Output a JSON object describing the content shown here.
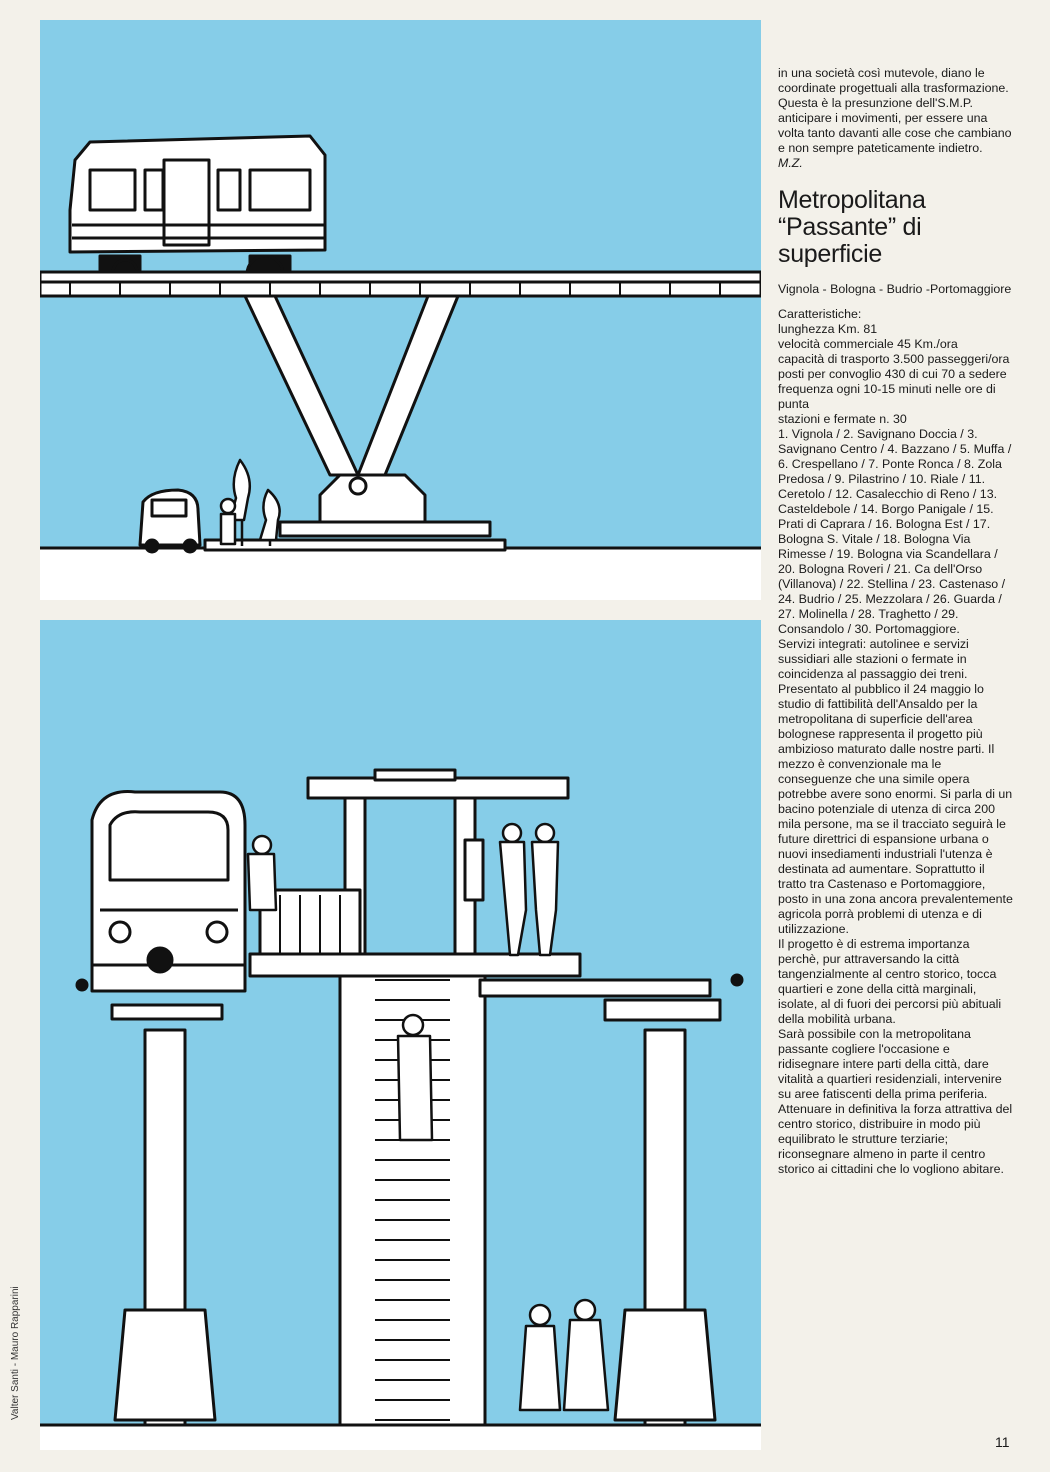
{
  "credit": "Valter Santi - Mauro Rapparini",
  "intro_text": "in una società così mutevole, diano le coordinate progettuali alla trasformazione. Questa è la presunzione dell'S.M.P. anticipare i movimenti, per essere una volta tanto davanti alle cose che cambiano e non sempre pateticamente indietro.",
  "signature": "M.Z.",
  "heading": "Metropolitana “Passante” di superficie",
  "route": "Vignola - Bologna - Budrio -Portomaggiore",
  "features_label": "Caratteristiche:",
  "features": [
    "lunghezza Km. 81",
    "velocità commerciale 45 Km./ora",
    "capacità di trasporto 3.500 passeggeri/ora",
    "posti per convoglio 430 di cui 70 a sedere",
    "frequenza ogni 10-15 minuti nelle ore di punta",
    "stazioni e fermate n. 30"
  ],
  "stations_text": "1. Vignola / 2. Savignano Doccia / 3. Savignano Centro / 4. Bazzano / 5. Muffa / 6. Crespellano / 7. Ponte Ronca / 8. Zola Predosa / 9. Pilastrino / 10. Riale / 11. Ceretolo / 12. Casalecchio di Reno / 13. Casteldebole / 14. Borgo Panigale / 15. Prati di Caprara / 16. Bologna Est / 17. Bologna S. Vitale / 18. Bologna Via Rimesse / 19. Bologna via Scandellara / 20. Bologna Roveri / 21. Ca dell'Orso (Villanova) / 22. Stellina / 23. Castenaso / 24. Budrio / 25. Mezzolara / 26. Guarda / 27. Molinella / 28. Traghetto / 29. Consandolo / 30. Portomaggiore.",
  "body_paragraphs": [
    "Servizi integrati: autolinee e servizi sussidiari alle stazioni o fermate in coincidenza al passaggio dei treni.",
    "Presentato al pubblico il 24 maggio lo studio di fattibilità dell'Ansaldo per la metropolitana di superficie dell'area bolognese rappresenta il progetto più ambizioso maturato dalle nostre parti. Il mezzo è convenzionale ma le conseguenze che una simile opera potrebbe avere sono enormi. Si parla di un bacino potenziale di utenza di circa 200 mila persone, ma se il tracciato seguirà le future direttrici di espansione urbana o nuovi insediamenti industriali l'utenza è destinata ad aumentare. Soprattutto il tratto tra Castenaso e Portomaggiore, posto in una zona ancora prevalentemente agricola porrà problemi di utenza e di utilizzazione.",
    "Il progetto è di estrema importanza perchè, pur attraversando la città tangenzialmente al centro storico, tocca quartieri e zone della città marginali, isolate, al di fuori dei percorsi più abituali della mobilità urbana.",
    "Sarà possibile con la metropolitana passante cogliere l'occasione e ridisegnare intere parti della città, dare vitalità a quartieri residenziali, intervenire su aree fatiscenti della prima periferia. Attenuare in definitiva la forza attrattiva del centro storico, distribuire in modo più equilibrato le strutture terziarie; riconsegnare almeno in parte il centro storico ai cittadini che lo vogliono abitare."
  ],
  "page_number": "11",
  "colors": {
    "panel_blue": "#86cde8",
    "paper": "#f3f1ea",
    "ink": "#1a1a1a"
  }
}
